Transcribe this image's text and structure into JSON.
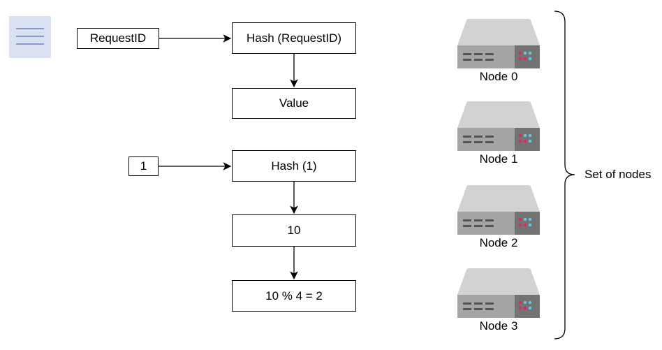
{
  "menu": {
    "icon": "hamburger-menu-icon"
  },
  "flow": {
    "request_id": "RequestID",
    "hash_request_id": "Hash (RequestID)",
    "value": "Value",
    "one": "1",
    "hash_one": "Hash (1)",
    "ten": "10",
    "modulo": "10 % 4 = 2"
  },
  "nodes": [
    {
      "label": "Node 0",
      "icon": "server-icon"
    },
    {
      "label": "Node 1",
      "icon": "server-icon"
    },
    {
      "label": "Node 2",
      "icon": "server-icon"
    },
    {
      "label": "Node 3",
      "icon": "server-icon"
    }
  ],
  "group": {
    "label": "Set of nodes",
    "icon": "curly-brace-icon"
  },
  "colors": {
    "menu_bg": "#dae1f1",
    "menu_lines": "#6d86c0",
    "server_top": "#d2d2d2",
    "server_front": "#a5a5a5",
    "server_panel": "#737373",
    "server_slots": "#555555",
    "led_pink": "#e6245b",
    "led_blue": "#5fc6e8"
  }
}
